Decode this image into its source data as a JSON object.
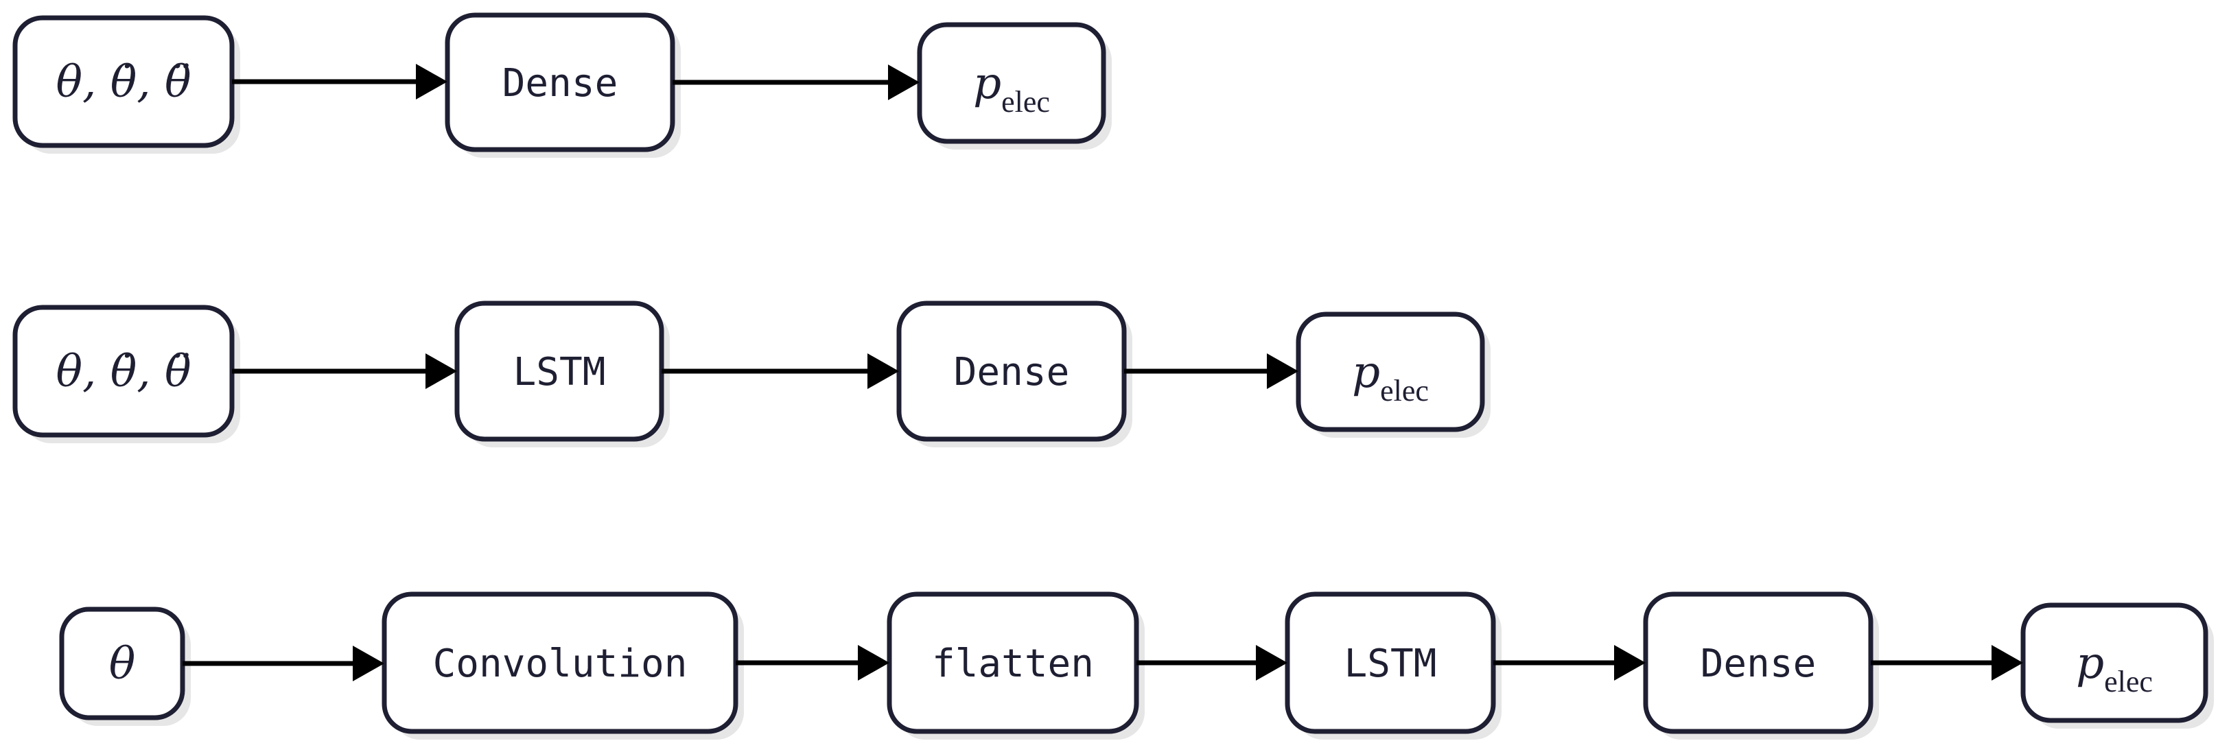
{
  "rows": [
    {
      "nodes": [
        {
          "kind": "math",
          "main": "θ, θ̇, θ̈",
          "sub": ""
        },
        {
          "kind": "text",
          "main": "Dense",
          "sub": ""
        },
        {
          "kind": "math",
          "main": "p",
          "sub": "elec"
        }
      ]
    },
    {
      "nodes": [
        {
          "kind": "math",
          "main": "θ, θ̇, θ̈",
          "sub": ""
        },
        {
          "kind": "text",
          "main": "LSTM",
          "sub": ""
        },
        {
          "kind": "text",
          "main": "Dense",
          "sub": ""
        },
        {
          "kind": "math",
          "main": "p",
          "sub": "elec"
        }
      ]
    },
    {
      "nodes": [
        {
          "kind": "math",
          "main": "θ",
          "sub": ""
        },
        {
          "kind": "text",
          "main": "Convolution",
          "sub": ""
        },
        {
          "kind": "text",
          "main": "flatten",
          "sub": ""
        },
        {
          "kind": "text",
          "main": "LSTM",
          "sub": ""
        },
        {
          "kind": "text",
          "main": "Dense",
          "sub": ""
        },
        {
          "kind": "math",
          "main": "p",
          "sub": "elec"
        }
      ]
    }
  ]
}
